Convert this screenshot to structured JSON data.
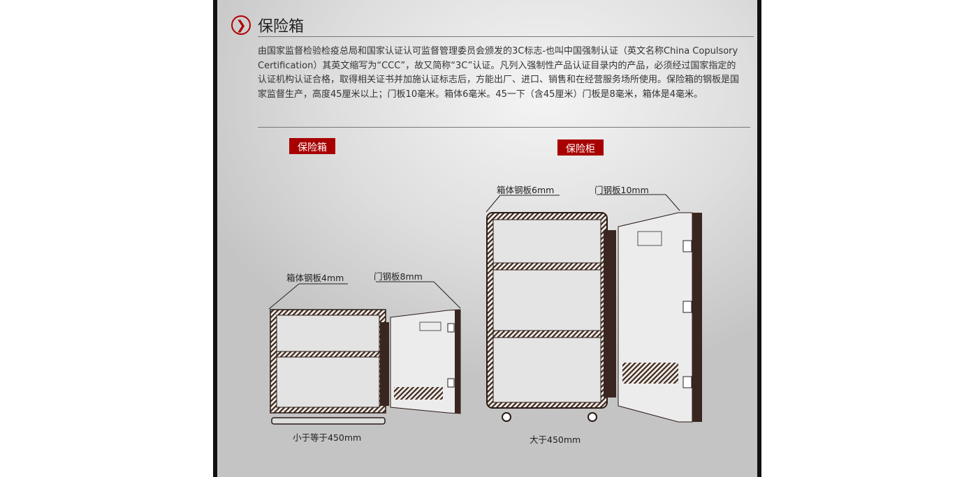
{
  "header": {
    "title": "保险箱",
    "icon": "chevron-right-circle-icon",
    "accent": "#b10000"
  },
  "description": "由国家监督检验检疫总局和国家认证认可监督管理委员会颁发的3C标志-也叫中国强制认证（英文名称China Copulsory Certification）其英文缩写为“CCC”，故又简称“3C”认证。凡列入强制性产品认证目录内的产品，必须经过国家指定的认证机构认证合格，取得相关证书并加施认证标志后，方能出厂、进口、销售和在经营服务场所使用。保险箱的钢板是国家监督生产，高度45厘米以上；门板10毫米。箱体6毫米。45一下（含45厘米）门板是8毫米，箱体是4毫米。",
  "small_safe": {
    "tag": "保险箱",
    "body_label": "箱体钢板4mm",
    "door_label": "门钢板8mm",
    "size_label": "小于等于450mm"
  },
  "cabinet": {
    "tag": "保险柜",
    "body_label": "箱体钢板6mm",
    "door_label": "门钢板10mm",
    "size_label": "大于450mm"
  }
}
